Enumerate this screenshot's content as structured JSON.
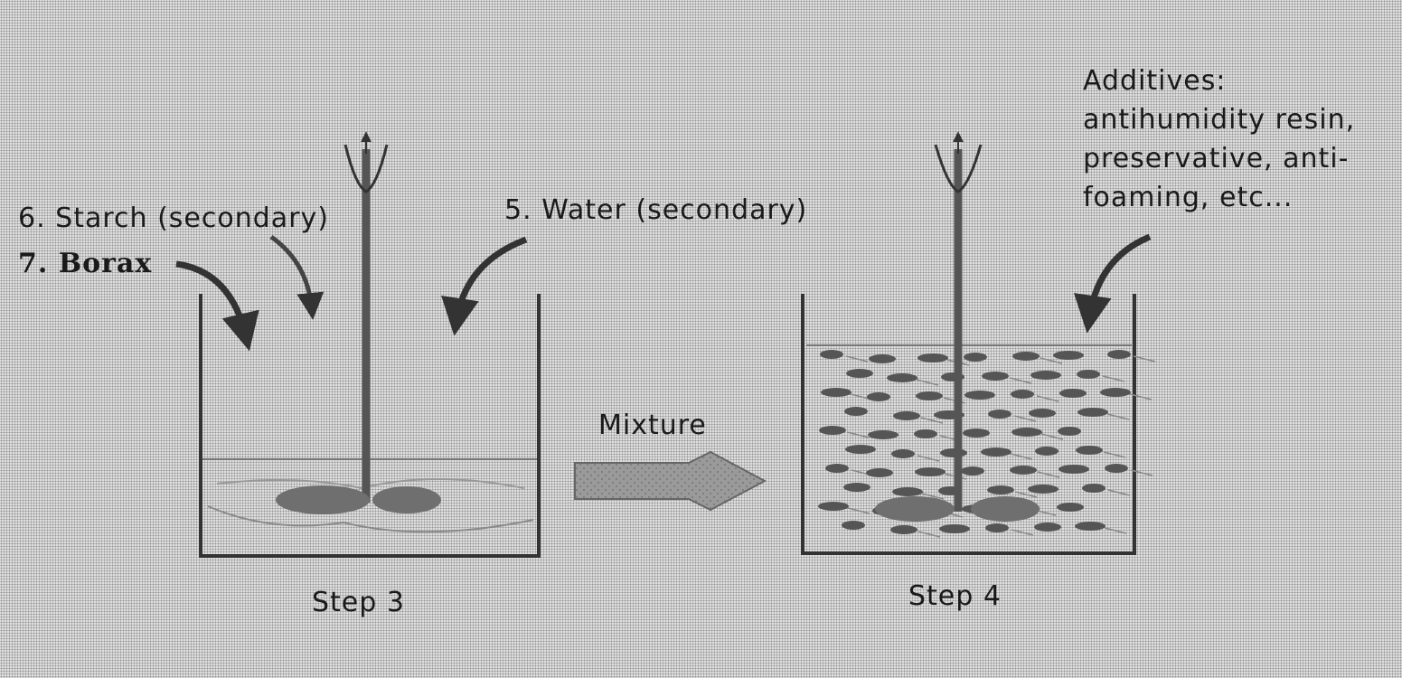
{
  "labels": {
    "starch": "6. Starch (secondary)",
    "borax": "7. Borax",
    "water": "5. Water (secondary)",
    "mixture": "Mixture",
    "step3": "Step 3",
    "step4": "Step 4",
    "additives": {
      "title": "Additives:",
      "lines": [
        "antihumidity resin,",
        "preservative, anti-",
        "foaming, etc..."
      ]
    }
  }
}
